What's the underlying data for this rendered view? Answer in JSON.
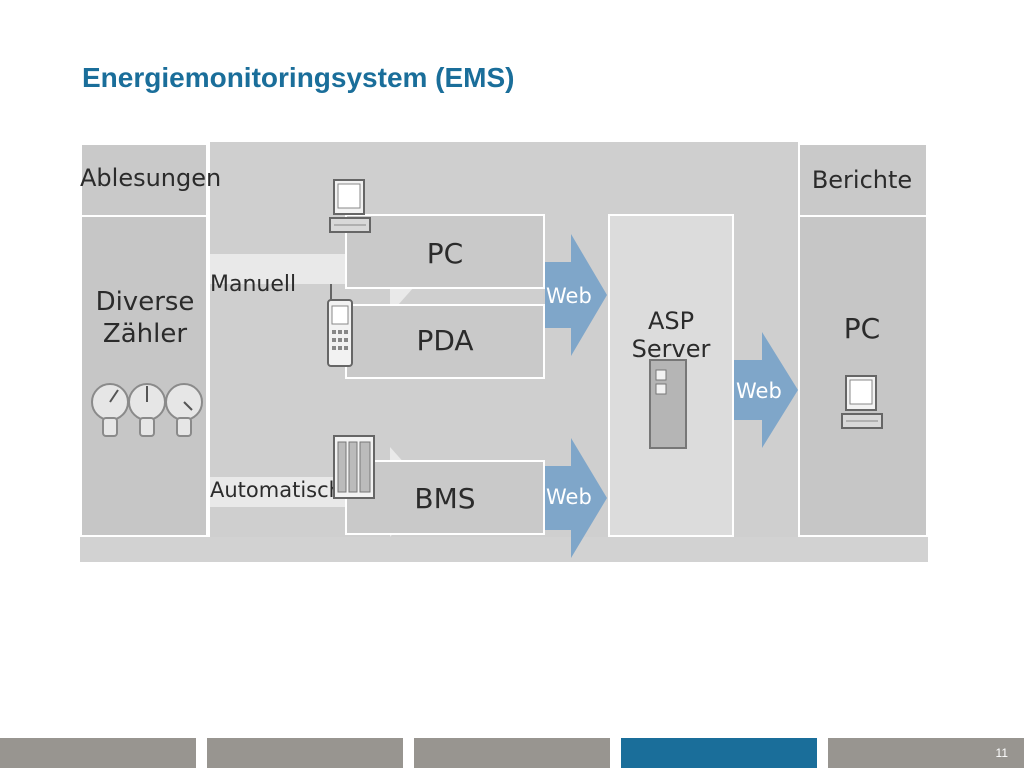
{
  "slide": {
    "title": "Energiemonitoringsystem (EMS)",
    "page_number": "11"
  },
  "diagram": {
    "left_header": "Ablesungen",
    "left_body_line1": "Diverse",
    "left_body_line2": "Zähler",
    "arrow_manual": "Manuell",
    "arrow_auto": "Automatisch",
    "box_pc": "PC",
    "box_pda": "PDA",
    "box_bms": "BMS",
    "web_1": "Web",
    "web_2": "Web",
    "web_3": "Web",
    "server": "ASP Server",
    "right_header": "Berichte",
    "right_body": "PC"
  },
  "colors": {
    "title": "#1a6e9a",
    "diagram_bg": "#cfcfcf",
    "panel": "#c8c8c8",
    "arrow_blue": "#7fa6c9",
    "footer_gray": "#989590",
    "footer_blue": "#1a6e9a"
  }
}
